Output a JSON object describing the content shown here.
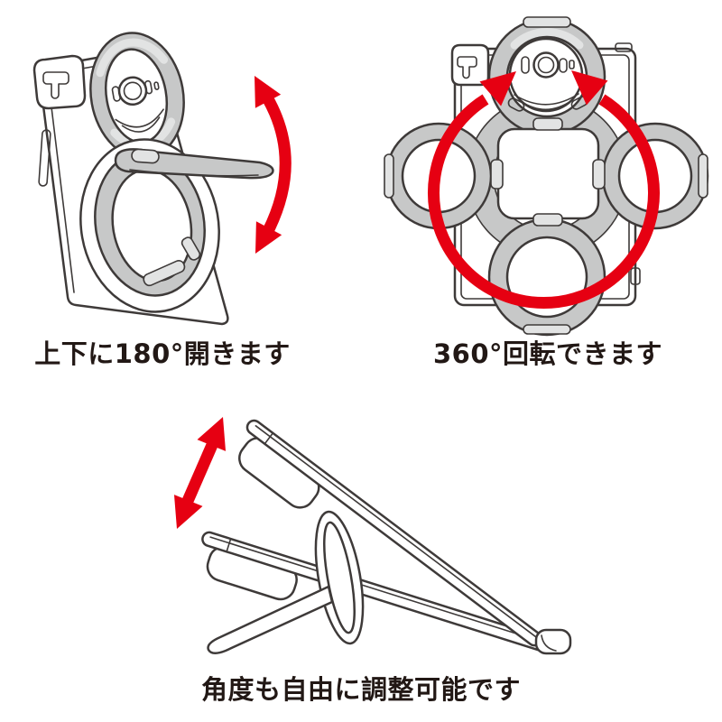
{
  "canvas": {
    "background": "#ffffff"
  },
  "colors": {
    "outline": "#3e3a39",
    "ring_fill": "#c7c8c8",
    "ring_highlight": "#e2e3e3",
    "arrow_red": "#e60012",
    "caption_text": "#221815"
  },
  "icons": {
    "tilt_arrow": "curved-double-headed-arrow",
    "rotation_arrow": "circular-double-arrow",
    "adjust_arrow": "diagonal-double-headed-arrow"
  },
  "panels": [
    {
      "id": "open-updown",
      "caption": "上下に180°開きます"
    },
    {
      "id": "rotate-360",
      "caption": "360°回転できます"
    },
    {
      "id": "angle-adjust",
      "caption": "角度も自由に調整可能です"
    }
  ]
}
